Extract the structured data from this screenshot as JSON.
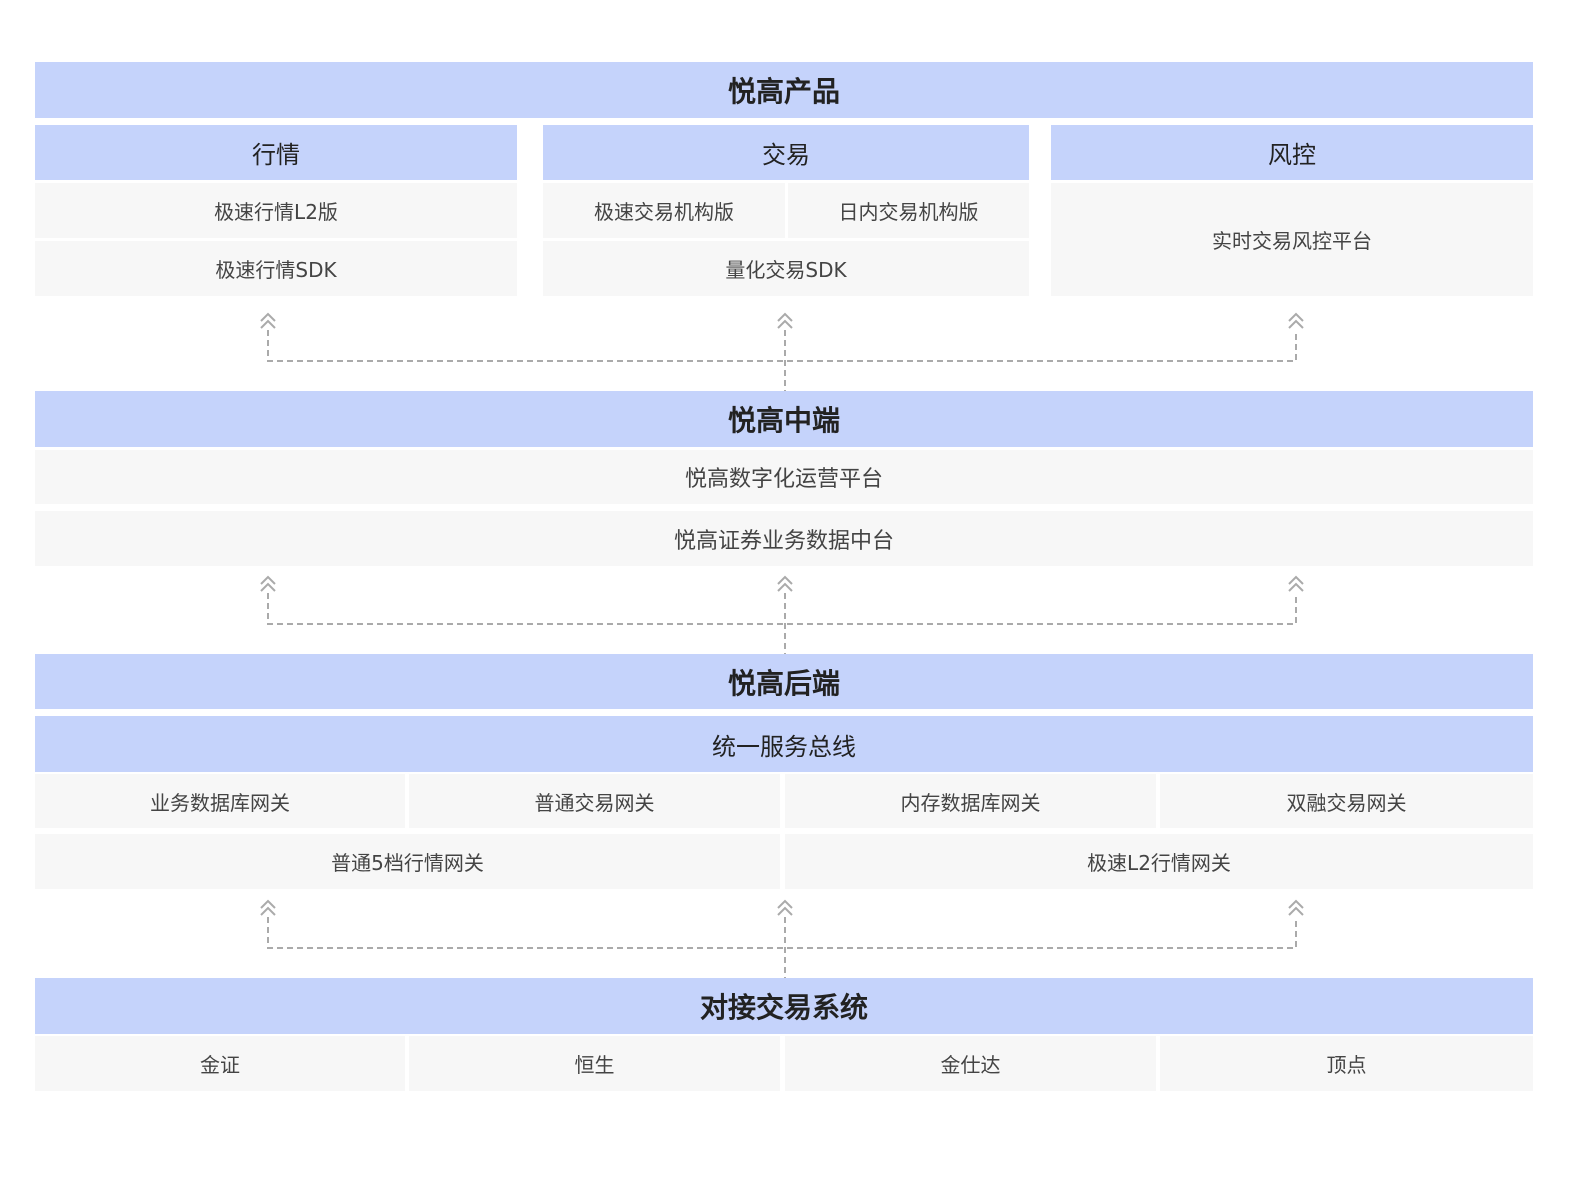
{
  "products": {
    "title": "悦高产品",
    "market": {
      "title": "行情",
      "items": [
        "极速行情L2版",
        "极速行情SDK"
      ]
    },
    "trade": {
      "title": "交易",
      "items": [
        "极速交易机构版",
        "日内交易机构版",
        "量化交易SDK"
      ]
    },
    "risk": {
      "title": "风控",
      "items": [
        "实时交易风控平台"
      ]
    }
  },
  "middle": {
    "title": "悦高中端",
    "items": [
      "悦高数字化运营平台",
      "悦高证券业务数据中台"
    ]
  },
  "backend": {
    "title": "悦高后端",
    "bus": "统一服务总线",
    "gateways": [
      "业务数据库网关",
      "普通交易网关",
      "内存数据库网关",
      "双融交易网关"
    ],
    "quote_gateways": [
      "普通5档行情网关",
      "极速L2行情网关"
    ]
  },
  "systems": {
    "title": "对接交易系统",
    "items": [
      "金证",
      "恒生",
      "金仕达",
      "顶点"
    ]
  },
  "colors": {
    "header_bg": "#c5d3fb",
    "cell_bg": "#f7f7f7",
    "connector": "#aaaaaa"
  }
}
